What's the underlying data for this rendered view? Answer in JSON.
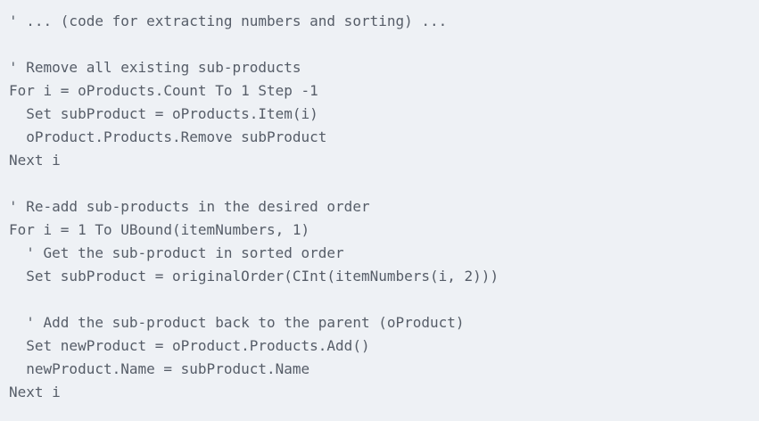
{
  "code": {
    "colors": {
      "background": "#eef1f5",
      "text": "#565d68"
    },
    "lines": [
      "' ... (code for extracting numbers and sorting) ...",
      "",
      "' Remove all existing sub-products",
      "For i = oProducts.Count To 1 Step -1",
      "  Set subProduct = oProducts.Item(i)",
      "  oProduct.Products.Remove subProduct",
      "Next i",
      "",
      "' Re-add sub-products in the desired order",
      "For i = 1 To UBound(itemNumbers, 1)",
      "  ' Get the sub-product in sorted order",
      "  Set subProduct = originalOrder(CInt(itemNumbers(i, 2)))",
      "",
      "  ' Add the sub-product back to the parent (oProduct)",
      "  Set newProduct = oProduct.Products.Add()",
      "  newProduct.Name = subProduct.Name",
      "Next i"
    ]
  }
}
